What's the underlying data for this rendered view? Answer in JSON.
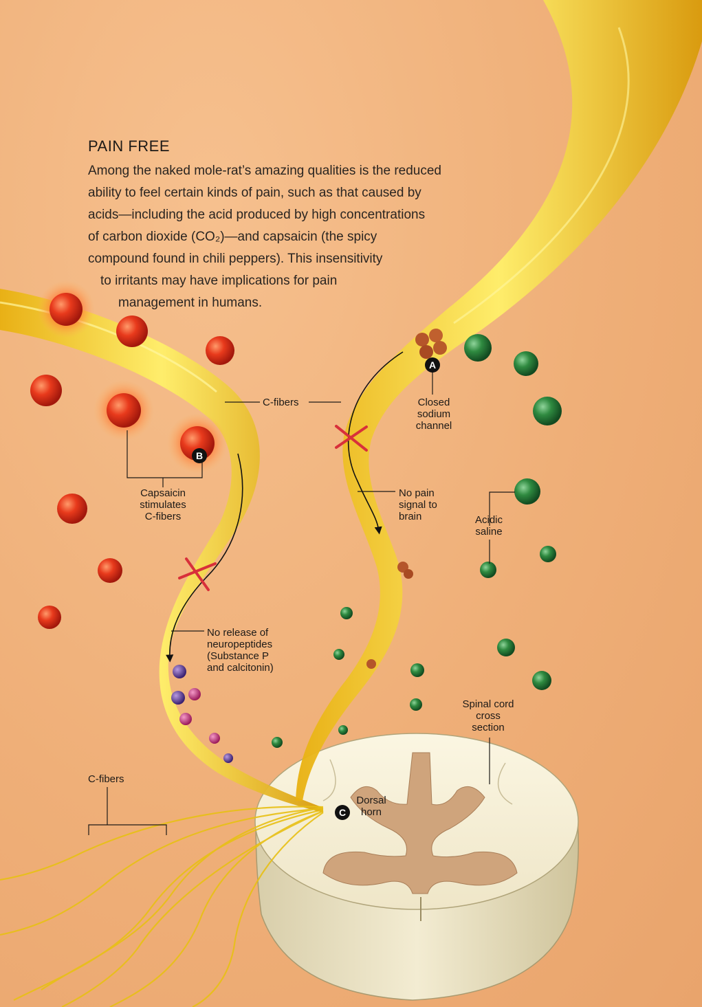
{
  "title": "PAIN FREE",
  "intro_lines": [
    "Among the naked mole-rat’s amazing qualities is the reduced",
    "ability to feel certain kinds of pain, such as that caused by",
    "acids—including the acid produced by high concentrations",
    "of carbon dioxide (CO₂)—and capsaicin (the spicy",
    "compound found in chili peppers). This insensitivity",
    "to irritants may have implications for pain",
    "management in humans."
  ],
  "labels": {
    "c_fibers_top": "C-fibers",
    "closed_sodium_channel": [
      "Closed",
      "sodium",
      "channel"
    ],
    "capsaicin_stimulates": [
      "Capsaicin",
      "stimulates",
      "C-fibers"
    ],
    "no_pain_signal": [
      "No pain",
      "signal to",
      "brain"
    ],
    "acidic_saline": [
      "Acidic",
      "saline"
    ],
    "no_release": [
      "No release of",
      "neuropeptides",
      "(Substance P",
      "and calcitonin)"
    ],
    "spinal_cord": [
      "Spinal cord",
      "cross",
      "section"
    ],
    "c_fibers_bottom": "C-fibers",
    "dorsal_horn": [
      "Dorsal",
      "horn"
    ]
  },
  "badges": {
    "a": "A",
    "b": "B",
    "c": "C"
  },
  "colors": {
    "background": "#f0b07a",
    "nerve": "#f2d21a",
    "capsaicin": "#e23a1e",
    "acid": "#2f7a3a",
    "neuropeptide_purple": "#5a3a8a",
    "neuropeptide_pink": "#c0327a",
    "blocked_mark": "#d83a3a",
    "spinal_cord": "#f2ead0",
    "gray_matter": "#d0a882"
  }
}
